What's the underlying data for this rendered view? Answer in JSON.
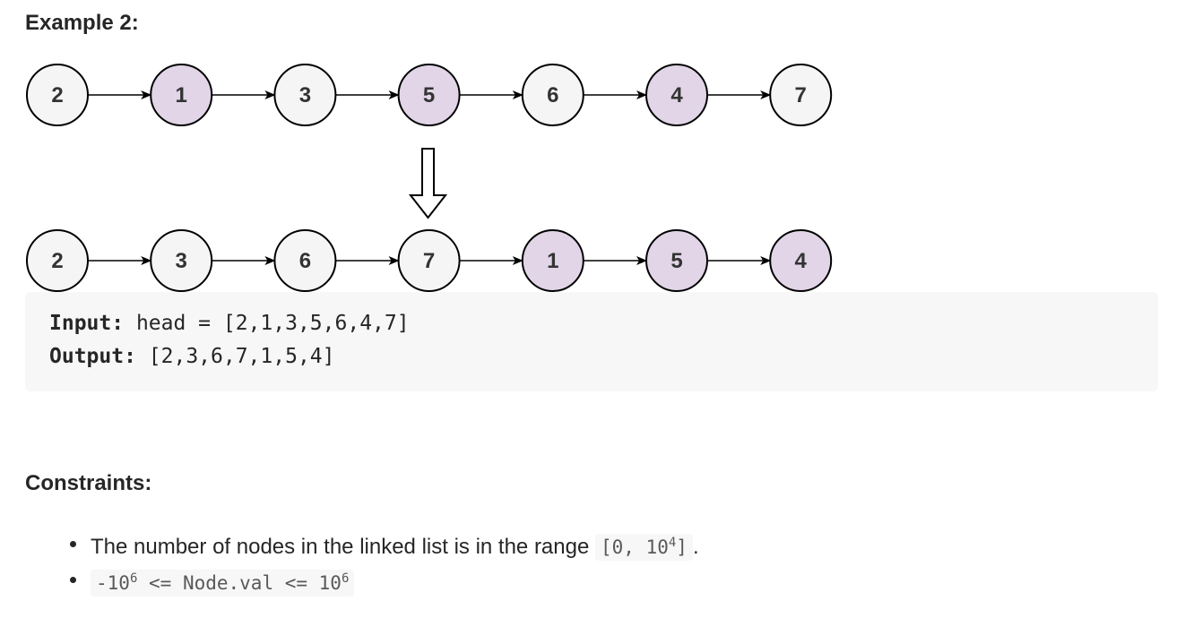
{
  "example": {
    "title": "Example 2:"
  },
  "diagram": {
    "input_list": [
      "2",
      "1",
      "3",
      "5",
      "6",
      "4",
      "7"
    ],
    "input_highlight": [
      false,
      true,
      false,
      true,
      false,
      true,
      false
    ],
    "output_list": [
      "2",
      "3",
      "6",
      "7",
      "1",
      "5",
      "4"
    ],
    "output_highlight": [
      false,
      false,
      false,
      false,
      true,
      true,
      true
    ],
    "colors": {
      "plain_fill": "#f5f5f5",
      "highlight_fill": "#e1d5e7",
      "stroke": "#000000"
    }
  },
  "code": {
    "input_label": "Input:",
    "input_value": " head = [2,1,3,5,6,4,7]",
    "output_label": "Output:",
    "output_value": " [2,3,6,7,1,5,4]"
  },
  "constraints": {
    "title": "Constraints:",
    "item1_text": "The number of nodes in the linked list is in the range ",
    "item1_code_prefix": "[0, 10",
    "item1_code_sup": "4",
    "item1_code_suffix": "]",
    "item1_after": ".",
    "item2_prefix": "-10",
    "item2_sup1": "6",
    "item2_middle": " <= Node.val <= 10",
    "item2_sup2": "6"
  }
}
